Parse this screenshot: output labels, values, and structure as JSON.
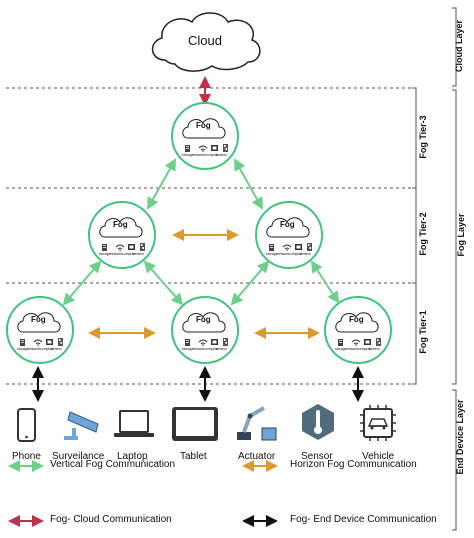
{
  "cloud_label": "Cloud",
  "fog_label": "Fog",
  "service_labels": [
    "storage",
    "network",
    "compute",
    "control"
  ],
  "layers": {
    "cloud": "Cloud Layer",
    "fog": "Fog Layer",
    "end_device": "End Device Layer"
  },
  "tiers": {
    "tier3": "Fog Tier-3",
    "tier2": "Fog Tier-2",
    "tier1": "Fog Tier-1"
  },
  "devices": [
    {
      "label": "Phone",
      "icon": "phone-icon"
    },
    {
      "label": "Surveilance",
      "icon": "camera-icon"
    },
    {
      "label": "Laptop",
      "icon": "laptop-icon"
    },
    {
      "label": "Tablet",
      "icon": "tablet-icon"
    },
    {
      "label": "Actuator",
      "icon": "robot-arm-icon"
    },
    {
      "label": "Sensor",
      "icon": "thermometer-icon"
    },
    {
      "label": "Vehicle",
      "icon": "vehicle-chip-icon"
    }
  ],
  "legend": {
    "vertical": "Vertical Fog Communication",
    "horizon": "Horizon Fog Communication",
    "fog_cloud": "Fog- Cloud Communication",
    "fog_end": "Fog- End Device Communication"
  },
  "colors": {
    "vertical": "#6ccf8a",
    "horizon": "#d99b2b",
    "fog_cloud": "#c0304a",
    "end_device": "#111111",
    "node_border": "#3fc47a"
  }
}
